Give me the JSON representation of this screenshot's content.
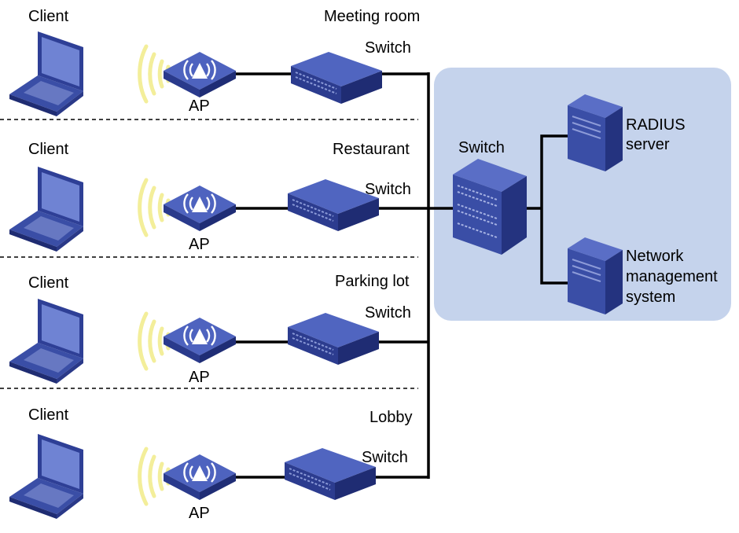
{
  "colors": {
    "device_blue": "#3b4fa8",
    "device_top": "#5b6fc4",
    "device_dark": "#283a8a",
    "signal_yellow": "#f3ee9a",
    "core_region_bg": "#c5d3ec",
    "link_line": "#000000"
  },
  "rows": [
    {
      "area": "Meeting room",
      "client": "Client",
      "ap": "AP",
      "switch": "Switch"
    },
    {
      "area": "Restaurant",
      "client": "Client",
      "ap": "AP",
      "switch": "Switch"
    },
    {
      "area": "Parking lot",
      "client": "Client",
      "ap": "AP",
      "switch": "Switch"
    },
    {
      "area": "Lobby",
      "client": "Client",
      "ap": "AP",
      "switch": "Switch"
    }
  ],
  "core": {
    "switch": "Switch",
    "radius_line1": "RADIUS",
    "radius_line2": "server",
    "nms_line1": "Network",
    "nms_line2": "management",
    "nms_line3": "system"
  },
  "icons": [
    "laptop-icon",
    "wireless-signal-icon",
    "access-point-icon",
    "switch-icon",
    "core-switch-icon",
    "server-icon"
  ]
}
